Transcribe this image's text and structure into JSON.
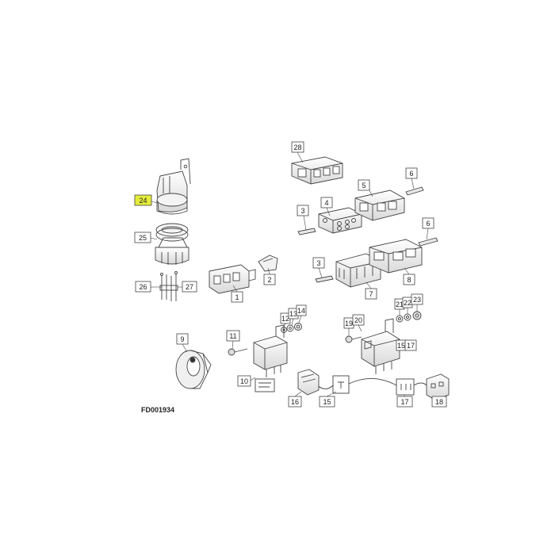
{
  "figure": {
    "reference": "FD001934",
    "highlight_color": "#e6ec3a",
    "line_color": "#444444",
    "callouts": [
      {
        "id": "c28",
        "label": "28"
      },
      {
        "id": "c24",
        "label": "24",
        "highlighted": true
      },
      {
        "id": "c6a",
        "label": "6"
      },
      {
        "id": "c5",
        "label": "5"
      },
      {
        "id": "c4",
        "label": "4"
      },
      {
        "id": "c3a",
        "label": "3"
      },
      {
        "id": "c6b",
        "label": "6"
      },
      {
        "id": "c25",
        "label": "25"
      },
      {
        "id": "c3b",
        "label": "3"
      },
      {
        "id": "c2",
        "label": "2"
      },
      {
        "id": "c8",
        "label": "8"
      },
      {
        "id": "c26",
        "label": "26"
      },
      {
        "id": "c27",
        "label": "27"
      },
      {
        "id": "c1",
        "label": "1"
      },
      {
        "id": "c7",
        "label": "7"
      },
      {
        "id": "c21",
        "label": "21"
      },
      {
        "id": "c22",
        "label": "22"
      },
      {
        "id": "c23",
        "label": "23"
      },
      {
        "id": "c12",
        "label": "12"
      },
      {
        "id": "c13",
        "label": "13"
      },
      {
        "id": "c14",
        "label": "14"
      },
      {
        "id": "c19",
        "label": "19"
      },
      {
        "id": "c20",
        "label": "20"
      },
      {
        "id": "c9",
        "label": "9"
      },
      {
        "id": "c11",
        "label": "11"
      },
      {
        "id": "c15a",
        "label": "15"
      },
      {
        "id": "c17a",
        "label": "17"
      },
      {
        "id": "c10",
        "label": "10"
      },
      {
        "id": "c16",
        "label": "16"
      },
      {
        "id": "c15b",
        "label": "15"
      },
      {
        "id": "c17b",
        "label": "17"
      },
      {
        "id": "c18",
        "label": "18"
      }
    ]
  }
}
